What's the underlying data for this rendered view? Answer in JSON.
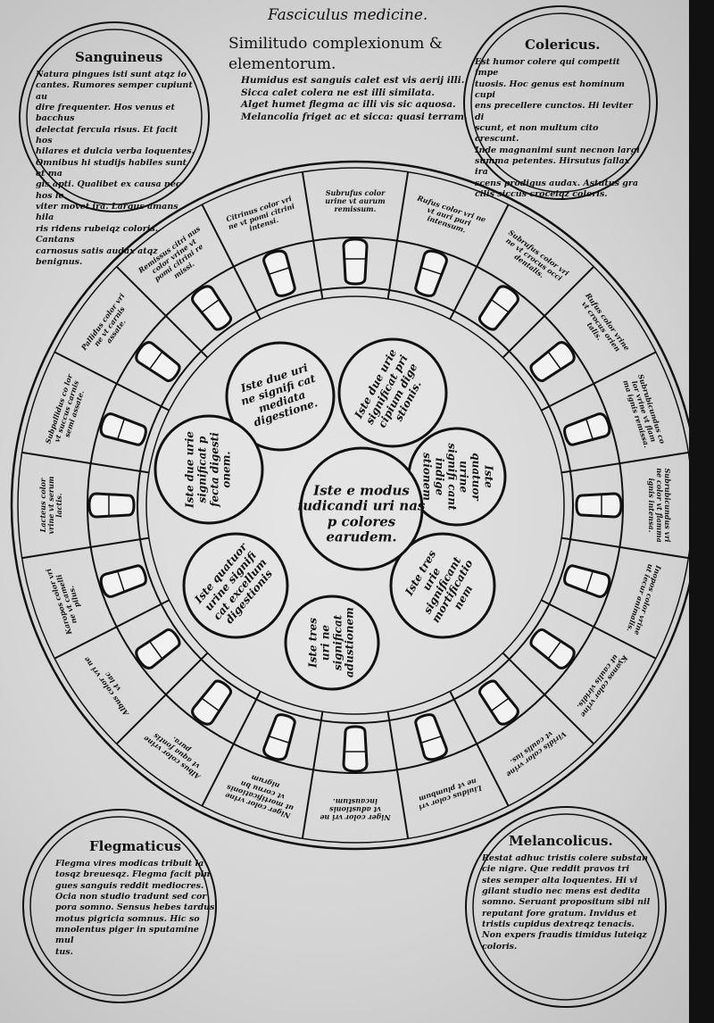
{
  "header": {
    "title": "Fasciculus medicine.",
    "subtitle": "Similitudo complexionum & elementorum.",
    "lines": [
      "Humidus est sanguis calet est vis aerij illi.",
      "Sicca calet colera ne est illi similata.",
      "Alget humet flegma ac illi vis sic aquosa.",
      "Melancolia friget ac et sicca: quasi terram."
    ]
  },
  "corners": {
    "sanguineus": {
      "name": "Sanguineus",
      "lines": [
        "Natura pingues isti sunt atqz io",
        "cantes. Rumores semper cupiunt au",
        "dire frequenter. Hos venus et bacchus",
        "delectat fercula risus. Et facit hos",
        "hilares et dulcia verba loquentes.",
        "Omnibus hi studijs habiles sunt et ma",
        "gis apti. Qualibet ex causa nec hos le",
        "viter movet ira. Largus amans hila",
        "ris ridens rubeiqz coloris. Cantans",
        "carnosus satis audax atqz benignus."
      ]
    },
    "colericus": {
      "name": "Colericus.",
      "lines": [
        "Est humor colere qui competit impe",
        "tuosis. Hoc genus est hominum cupi",
        "ens precellere cunctos. Hi leviter di",
        "scunt, et non multum cito crescunt.",
        "Inde magnanimi sunt necnon largi",
        "summa petentes. Hirsutus fallax ira",
        "scens prodigus audax. Astutus gra",
        "cilis siccus croceiqz coloris."
      ]
    },
    "flegmaticus": {
      "name": "Flegmaticus",
      "lines": [
        "Flegma vires modicas tribuit la",
        "tosqz breuesqz. Flegma facit pin",
        "gues sanguis reddit mediocres.",
        "Ocia non studio tradunt sed cor",
        "pora somno. Sensus hebes tardus",
        "motus pigricia somnus. Hic so",
        "mnolentus piger in sputamine mul",
        "tus."
      ]
    },
    "melancolicus": {
      "name": "Melancolicus.",
      "lines": [
        "Restat adhuc tristis colere substan",
        "cie nigre. Que reddit pravos tri",
        "stes semper alta loquentes. Hi vi",
        "gilant studio nec mens est dedita",
        "somno. Seruant propositum sibi nil",
        "reputant fore gratum. Invidus et",
        "tristis cupidus dextreqz tenacis.",
        "Non expers fraudis timidus luteiqz coloris."
      ]
    }
  },
  "center": {
    "text": "Iste e modus iudicandi uri nas p colores earudem."
  },
  "inner_circles": [
    "Iste due uri ne signifi cat mediata digestione.",
    "Iste due urie significat pri cipium dige stionis.",
    "Iste quatuor urine signifi cant indige stionem",
    "Iste tres urie significant mortificatio nem",
    "Iste tres uri ne significat adustionem",
    "Iste quatuor urine signifi cat excellum digestionis",
    "Iste due urie significat p fecta digesti onem."
  ],
  "ring_labels": [
    "Subrufus color urine vt aurum remissum.",
    "Rufus color vri ne vt auri puri intensum.",
    "Subrufus color vri ne vt crocus occi dentalis.",
    "Rufus color vrine vt crocus orien talis.",
    "Subrubicundus co lor vrine vt flam ma ignis remissa.",
    "Subrubicundus vri ne color vt flamma ignis intensa.",
    "Inopos color vrine ut iecur animalis.",
    "Kyanos color vrine ut caulis viridis.",
    "Viridis color vrine vt caulis ius.",
    "Liuidus color vri ne vt plumbum",
    "Niger color vri ne vt adustionis incaustum.",
    "Niger color vrine ut mortificationis vt cornu bn nigrum",
    "Albus color vrine vt aqua fontis pura.",
    "Albus color vri ne vt lac",
    "Karopos color vri ne vt camelli pilus.",
    "Lacteus color vrine vt serum lactis.",
    "Subpallidus co lor vt succus carnis semi assate.",
    "Pallidus color vri ne vt carnis assate.",
    "Remissus citri nus color vrine vt pomi citrini re missi.",
    "Citrinus color vri ne vt pomi citrini intensi."
  ]
}
